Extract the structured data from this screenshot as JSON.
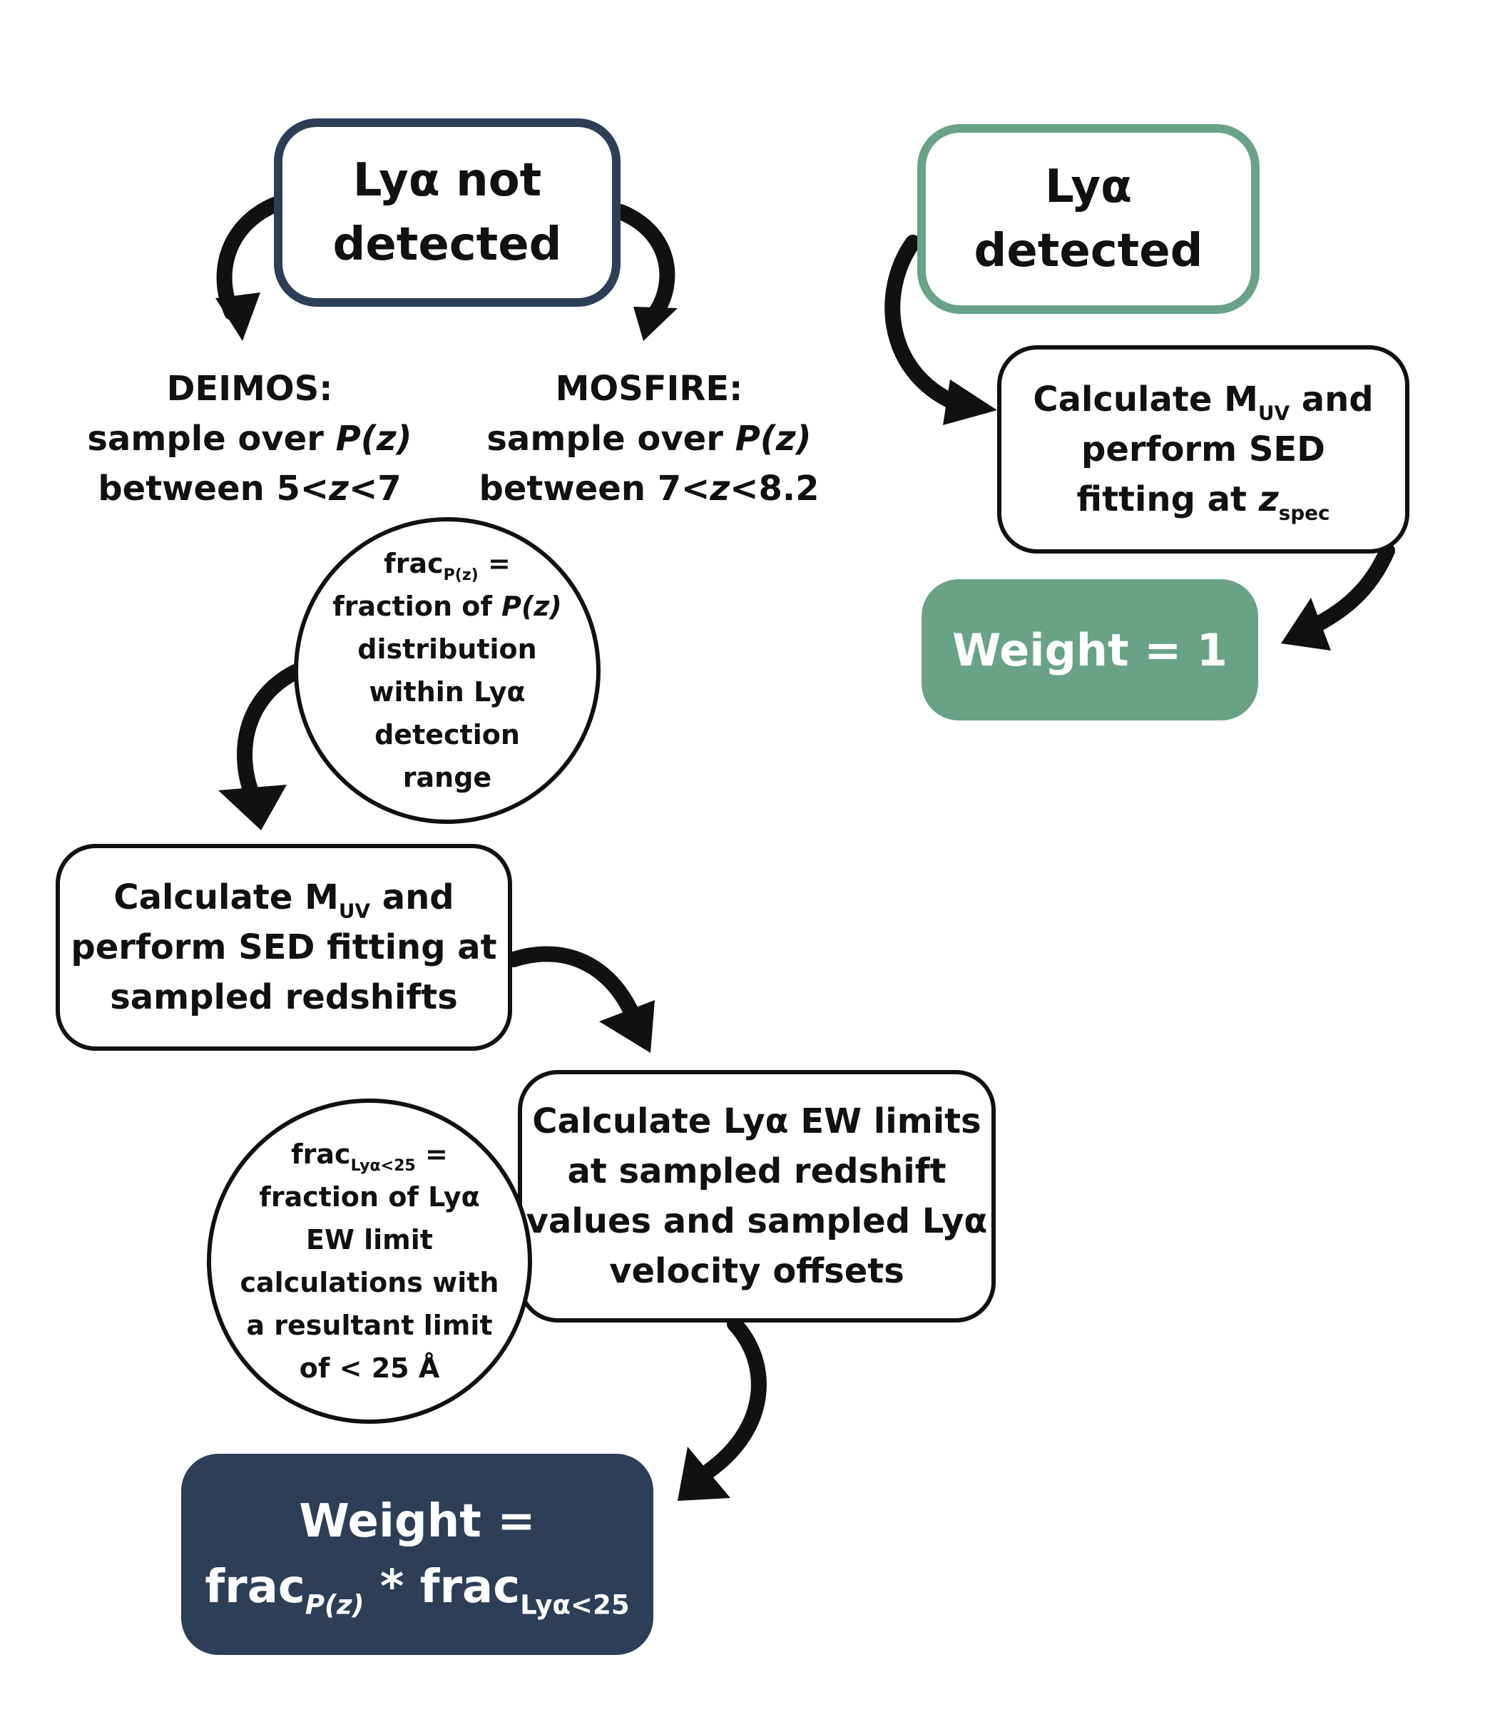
{
  "nodes": {
    "not_detected": {
      "line1": "Lyα not",
      "line2": "detected"
    },
    "detected": {
      "line1": "Lyα",
      "line2": "detected"
    },
    "deimos": {
      "line1": "DEIMOS:",
      "line2a": "sample over ",
      "line2b": "P(z)",
      "line3": "between 5<",
      "line3z": "z",
      "line3b": "<7"
    },
    "mosfire": {
      "line1": "MOSFIRE:",
      "line2a": "sample over ",
      "line2b": "P(z)",
      "line3": "between 7<",
      "line3z": "z",
      "line3b": "<8.2"
    },
    "frac_pz": {
      "l1a": "frac",
      "l1sub": "P(z)",
      "l1b": " =",
      "l2a": "fraction of ",
      "l2b": "P(z)",
      "l3": "distribution",
      "l4": "within Lyα",
      "l5": "detection",
      "l6": "range"
    },
    "sed_spec": {
      "l1a": "Calculate M",
      "l1sub": "UV",
      "l1b": " and",
      "l2": "perform SED",
      "l3a": "fitting at ",
      "l3z": "z",
      "l3sub": "spec"
    },
    "weight_one": {
      "label": "Weight = 1"
    },
    "sed_sampled": {
      "l1a": "Calculate M",
      "l1sub": "UV",
      "l1b": " and",
      "l2": "perform SED fitting at",
      "l3": "sampled redshifts"
    },
    "ew_limits": {
      "l1": "Calculate Lyα EW limits",
      "l2": "at sampled redshift",
      "l3": "values and sampled Lyα",
      "l4": "velocity offsets"
    },
    "frac_lya": {
      "l1a": "frac",
      "l1sub": "Lyα<25",
      "l1b": " =",
      "l2": "fraction of Lyα",
      "l3": "EW limit",
      "l4": "calculations with",
      "l5": "a resultant limit",
      "l6": "of < 25 Å"
    },
    "weight_frac": {
      "l1": "Weight =",
      "l2a": "frac",
      "l2sub": "P(z)",
      "l2b": " * frac",
      "l2sub2": "Lyα<25"
    }
  },
  "colors": {
    "navy": "#2d3e57",
    "green": "#68a387",
    "ink": "#111111"
  }
}
